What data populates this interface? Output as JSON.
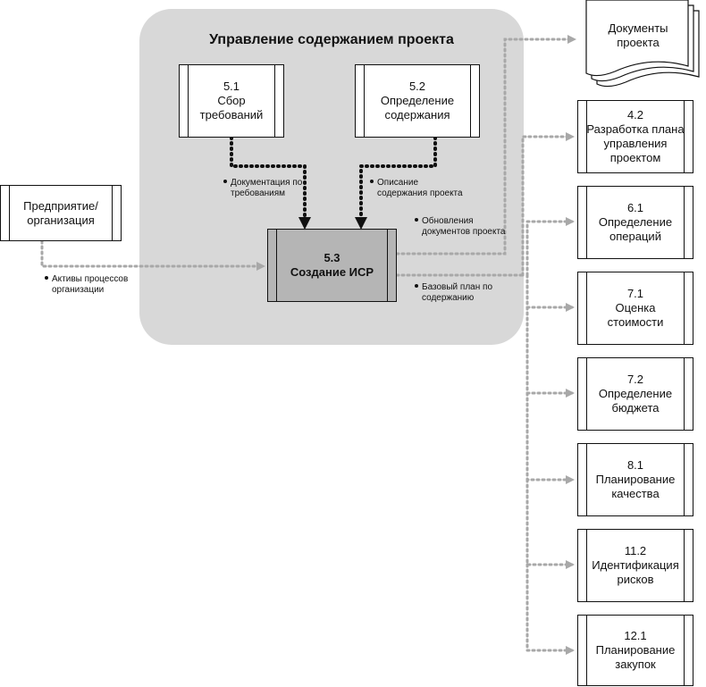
{
  "region": {
    "title": "Управление содержанием проекта"
  },
  "center": {
    "id": "5.3",
    "name": "Создание ИСР"
  },
  "top_left": {
    "id": "5.1",
    "line1": "Сбор",
    "line2": "требований"
  },
  "top_right": {
    "id": "5.2",
    "line1": "Определение",
    "line2": "содержания"
  },
  "enterprise": {
    "line1": "Предприятие/",
    "line2": "организация"
  },
  "documents": {
    "line1": "Документы",
    "line2": "проекта"
  },
  "labels": {
    "req_docs_1": "Документация по",
    "req_docs_2": "требованиям",
    "scope_1": "Описание",
    "scope_2": "содержания проекта",
    "assets_1": "Активы процессов",
    "assets_2": "организации",
    "updates_1": "Обновления",
    "updates_2": "документов проекта",
    "baseline_1": "Базовый план по",
    "baseline_2": "содержанию"
  },
  "outputs": [
    {
      "id": "4.2",
      "lines": [
        "Разработка плана",
        "управления",
        "проектом"
      ]
    },
    {
      "id": "6.1",
      "lines": [
        "Определение",
        "операций"
      ]
    },
    {
      "id": "7.1",
      "lines": [
        "Оценка",
        "стоимости"
      ]
    },
    {
      "id": "7.2",
      "lines": [
        "Определение",
        "бюджета"
      ]
    },
    {
      "id": "8.1",
      "lines": [
        "Планирование",
        "качества"
      ]
    },
    {
      "id": "11.2",
      "lines": [
        "Идентификация",
        "рисков"
      ]
    },
    {
      "id": "12.1",
      "lines": [
        "Планирование",
        "закупок"
      ]
    }
  ],
  "colors": {
    "region": "#d8d8d8",
    "center_fill": "#b5b5b5",
    "dotted_gray": "#a8a8a8",
    "dotted_black": "#111111"
  }
}
